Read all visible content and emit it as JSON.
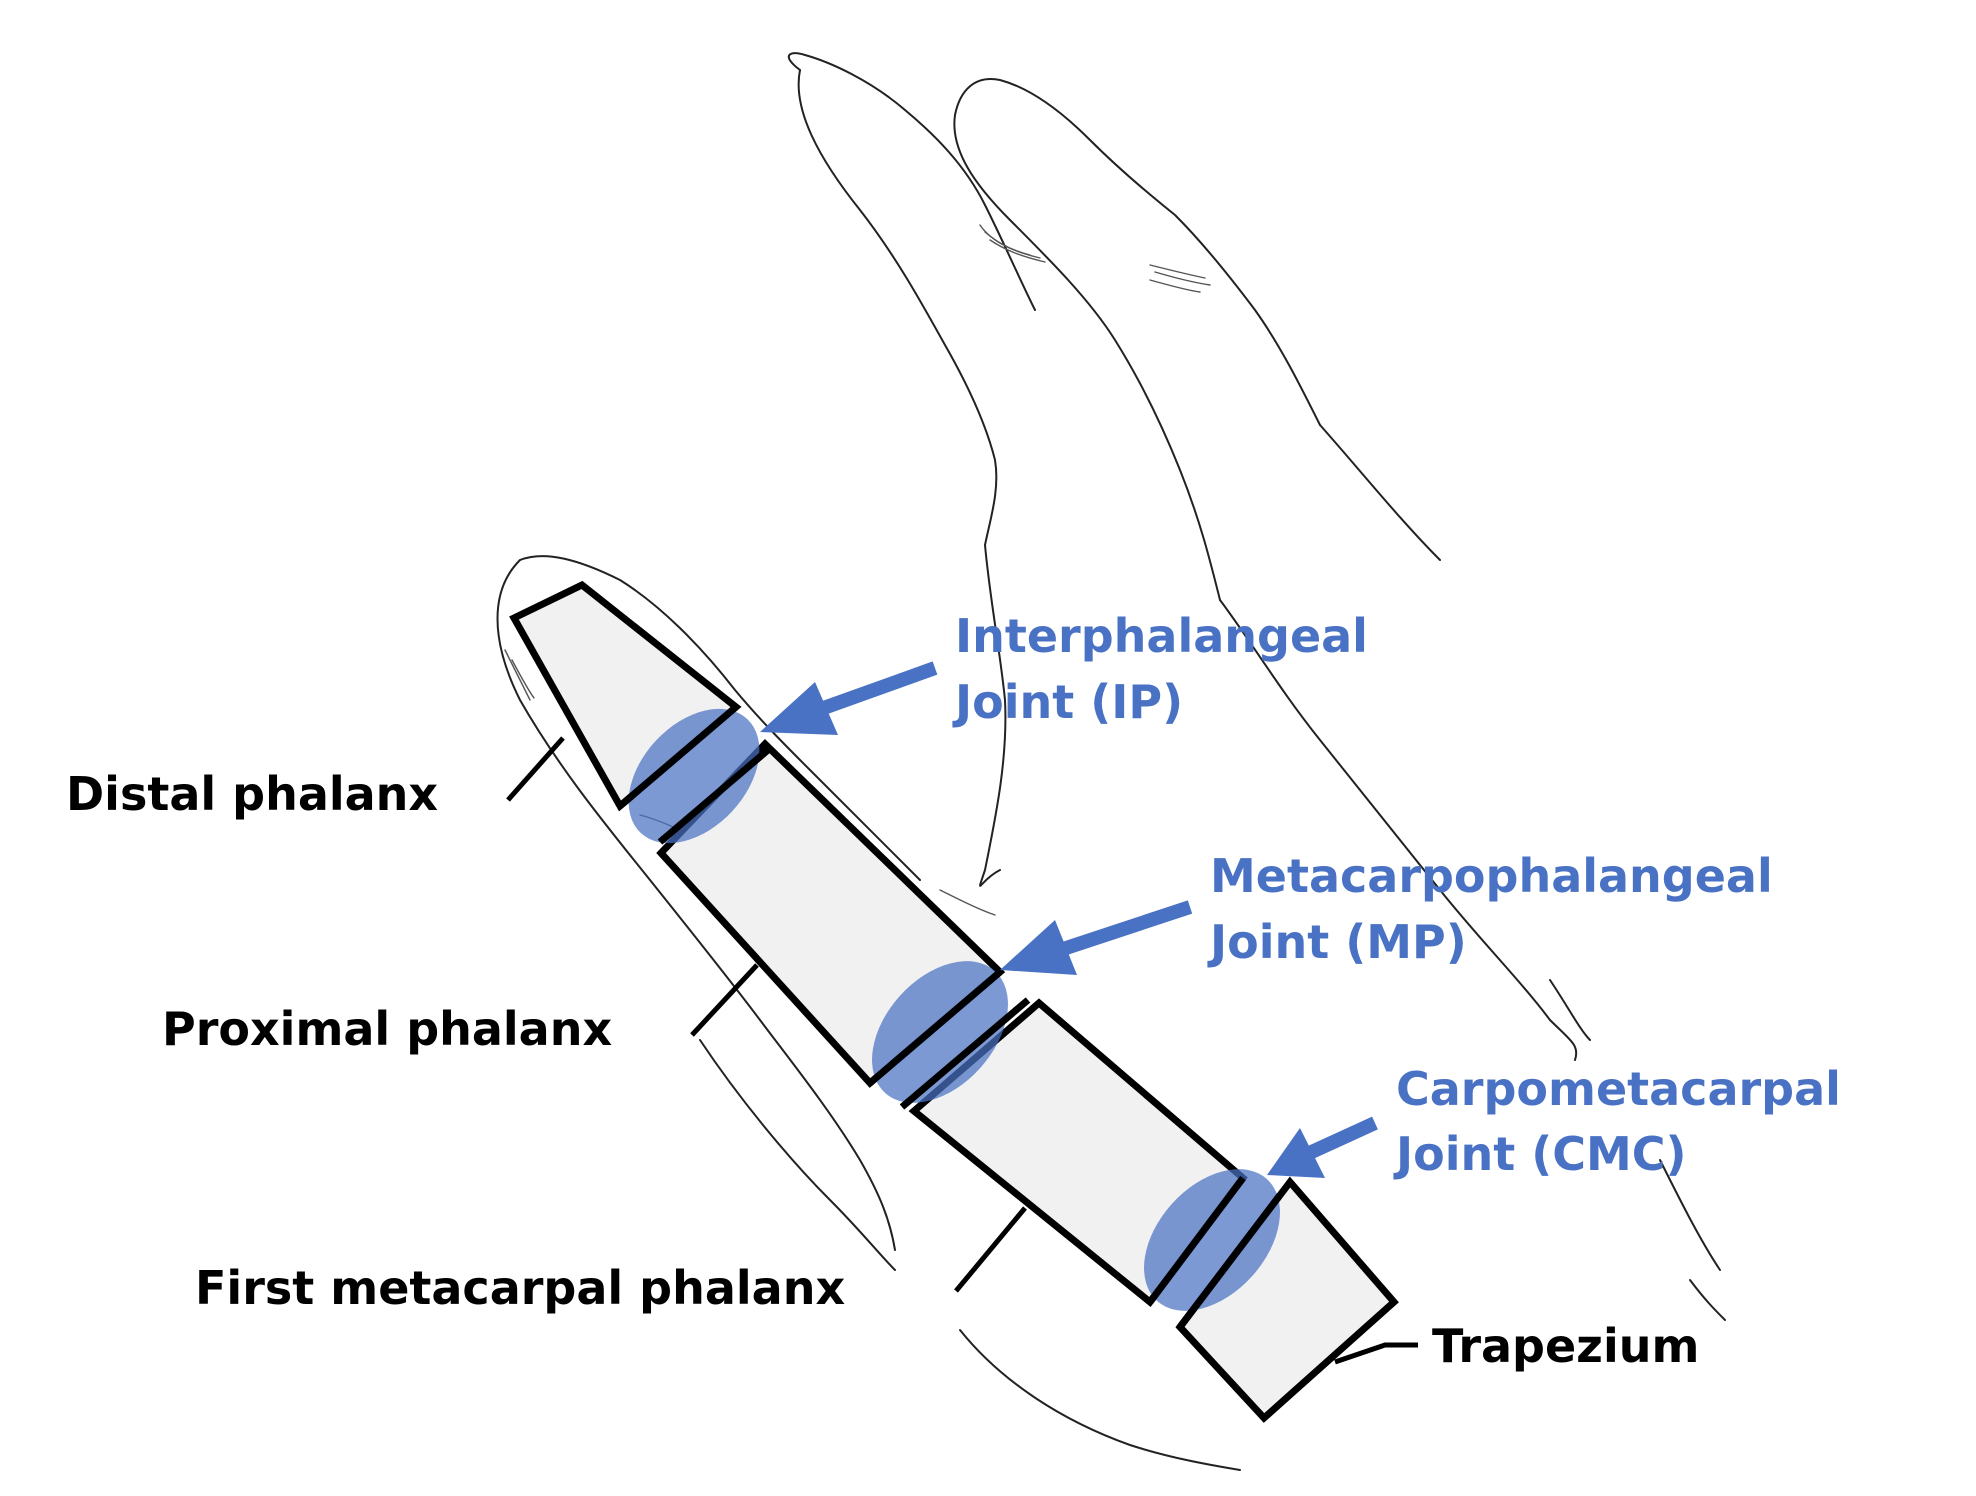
{
  "colors": {
    "joint_accent": "#4a72c4",
    "joint_fill": "#4a72c4",
    "bone_fill": "#f1f1f1",
    "outline": "#000000"
  },
  "bones": {
    "distal": "Distal phalanx",
    "proximal": "Proximal phalanx",
    "metacarpal": "First metacarpal phalanx",
    "trapezium": "Trapezium"
  },
  "joints": {
    "ip": {
      "line1": "Interphalangeal",
      "line2": "Joint (IP)"
    },
    "mp": {
      "line1": "Metacarpophalangeal",
      "line2": "Joint (MP)"
    },
    "cmc": {
      "line1": "Carpometacarpal",
      "line2": "Joint (CMC)"
    }
  }
}
